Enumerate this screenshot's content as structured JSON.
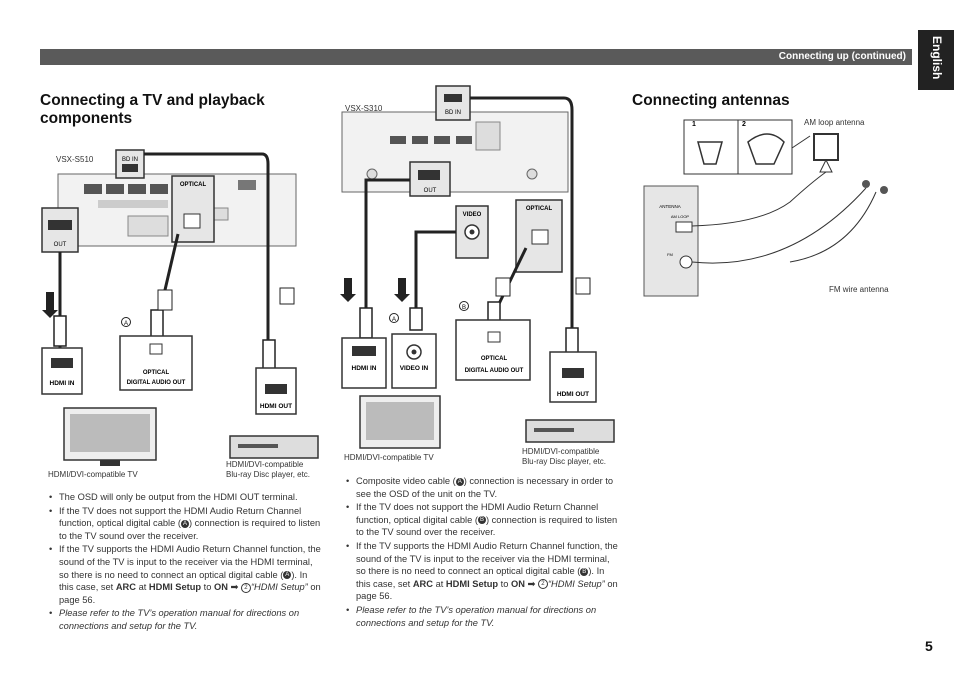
{
  "header": {
    "section": "Connecting up (continued)",
    "language": "English"
  },
  "left": {
    "title": "Connecting a TV and playback components",
    "model": "VSX-S510",
    "jack_bd_in": "BD IN",
    "jack_optical": "OPTICAL",
    "jack_out": "OUT",
    "tv_hdmi_in": "HDMI IN",
    "tv_optical": "OPTICAL",
    "tv_digital_audio_out": "DIGITAL AUDIO OUT",
    "player_hdmi_out": "HDMI OUT",
    "tv_caption": "HDMI/DVI-compatible TV",
    "player_caption_1": "HDMI/DVI-compatible",
    "player_caption_2": "Blu-ray Disc player, etc.",
    "badge_a": "A",
    "notes": {
      "n1": "The OSD will only be output from the HDMI OUT terminal.",
      "n2a": "If the TV does not support the HDMI Audio Return Channel function, optical digital cable (",
      "n2b": ") connection is required to listen to the TV sound over the receiver.",
      "n3a": "If the TV supports the HDMI Audio Return Channel function, the sound of the TV is input to the receiver via the HDMI terminal, so there is no need to connect an optical digital cable (",
      "n3b": "). In this case, set ",
      "n3c": "ARC",
      "n3d": " at ",
      "n3e": "HDMI Setup",
      "n3f": " to ",
      "n3g": "ON",
      "n3h": " ➡ ",
      "n3i": "2",
      "n3j": "“HDMI Setup”",
      "n3k": " on page 56.",
      "n4": "Please refer to the TV’s operation manual for directions on connections and setup for the TV.",
      "badge": "A"
    }
  },
  "middle": {
    "model": "VSX-S310",
    "jack_bd_in": "BD IN",
    "jack_video": "VIDEO",
    "jack_optical": "OPTICAL",
    "jack_out": "OUT",
    "tv_hdmi_in": "HDMI IN",
    "tv_video_in": "VIDEO IN",
    "tv_optical": "OPTICAL",
    "tv_digital_audio_out": "DIGITAL AUDIO OUT",
    "player_hdmi_out": "HDMI OUT",
    "tv_caption": "HDMI/DVI-compatible TV",
    "player_caption_1": "HDMI/DVI-compatible",
    "player_caption_2": "Blu-ray Disc player, etc.",
    "badge_a": "A",
    "badge_b": "B",
    "notes": {
      "n1a": "Composite video cable (",
      "n1b": ") connection is necessary in order to see the OSD of the unit on the TV.",
      "n2a": "If the TV does not support the HDMI Audio Return Channel function, optical digital cable (",
      "n2b": ") connection is required to listen to the TV sound over the receiver.",
      "n3a": "If the TV supports the HDMI Audio Return Channel function, the sound of the TV is input to the receiver via the HDMI terminal, so there is no need to connect an optical digital cable (",
      "n3b": "). In this case, set ",
      "n3c": "ARC",
      "n3d": " at ",
      "n3e": "HDMI Setup",
      "n3f": " to ",
      "n3g": "ON",
      "n3h": " ➡ ",
      "n3i": "2",
      "n3j": "“HDMI Setup”",
      "n3k": " on page 56.",
      "n4": "Please refer to the TV’s operation manual for directions on connections and setup for the TV.",
      "badge_a": "A",
      "badge_b": "B"
    }
  },
  "right": {
    "title": "Connecting antennas",
    "step1": "1",
    "step2": "2",
    "am_loop_antenna": "AM loop antenna",
    "fm_wire_antenna": "FM wire antenna",
    "panel_antenna": "ANTENNA",
    "panel_am_loop": "AM LOOP",
    "panel_fm": "FM"
  },
  "page_number": "5"
}
